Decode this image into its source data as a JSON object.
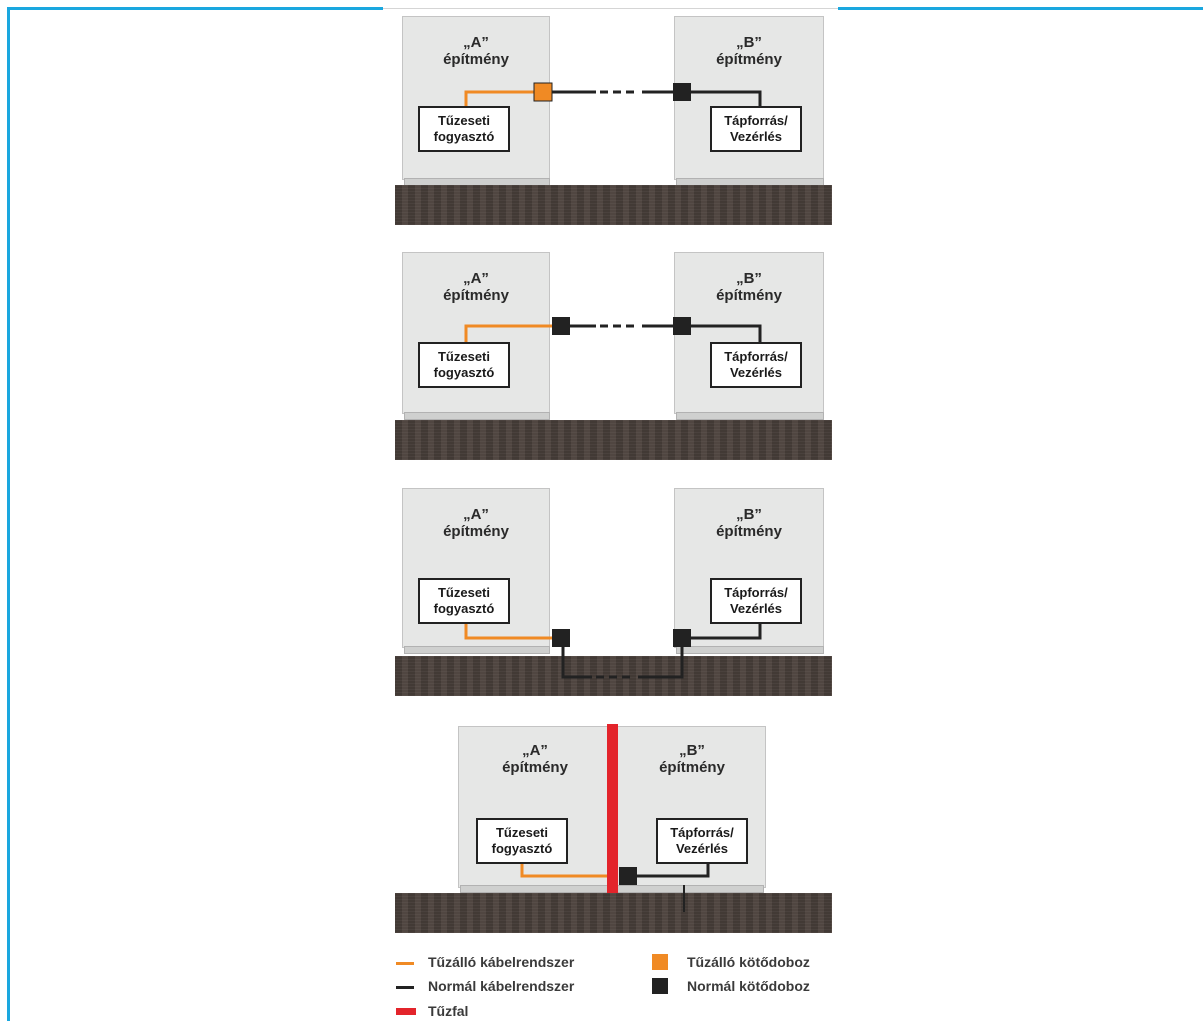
{
  "diagram": {
    "building_a": {
      "quote": "„A”",
      "label": "építmény"
    },
    "building_b": {
      "quote": "„B”",
      "label": "építmény"
    },
    "consumer": {
      "line1": "Tűzeseti",
      "line2": "fogyasztó"
    },
    "power": {
      "line1": "Tápforrás/",
      "line2": "Vezérlés"
    }
  },
  "legend": {
    "fireproof_cable": "Tűzálló kábelrendszer",
    "normal_cable": "Normál kábelrendszer",
    "firewall": "Tűzfal",
    "fireproof_box": "Tűzálló kötődoboz",
    "normal_box": "Normál kötődoboz"
  },
  "colors": {
    "fireproof": "#f08a24",
    "normal": "#222222",
    "firewall": "#e3242b",
    "frame_accent": "#1aa7df"
  }
}
